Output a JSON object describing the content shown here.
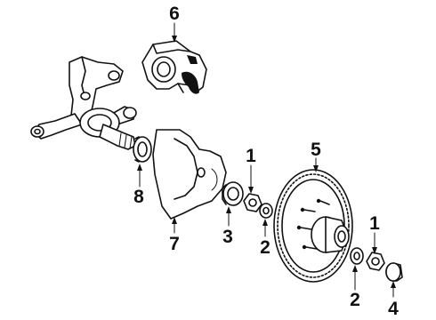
{
  "callouts": {
    "c1a": "1",
    "c1b": "1",
    "c2a": "2",
    "c2b": "2",
    "c3": "3",
    "c4": "4",
    "c5": "5",
    "c6": "6",
    "c7": "7",
    "c8": "8"
  },
  "colors": {
    "ink": "#111111",
    "background": "#ffffff"
  }
}
